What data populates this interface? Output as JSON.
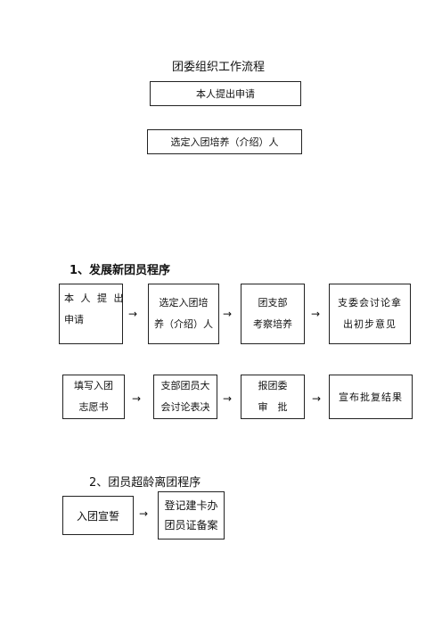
{
  "title": "团委组织工作流程",
  "top_boxes": [
    "本人提出申请",
    "选定入团培养（介绍）人"
  ],
  "section1": {
    "heading": "1、发展新团员程序",
    "row1": [
      {
        "lines": [
          "本 人 提 出",
          "申请"
        ]
      },
      {
        "lines": [
          "选定入团培",
          "养（介绍）人"
        ]
      },
      {
        "lines": [
          "团支部",
          "考察培养"
        ]
      },
      {
        "lines": [
          "支委会讨论拿",
          "出初步意见"
        ]
      }
    ],
    "row2": [
      {
        "lines": [
          "填写入团",
          "志愿书"
        ]
      },
      {
        "lines": [
          "支部团员大",
          "会讨论表决"
        ]
      },
      {
        "lines": [
          "报团委",
          "审　批"
        ]
      },
      {
        "lines": [
          "宣布批复结果"
        ]
      }
    ]
  },
  "section2": {
    "heading": "2、团员超龄离团程序",
    "box1": "入团宣誓",
    "box2": [
      "登记建卡办",
      "团员证备案"
    ]
  },
  "arrow": "→"
}
